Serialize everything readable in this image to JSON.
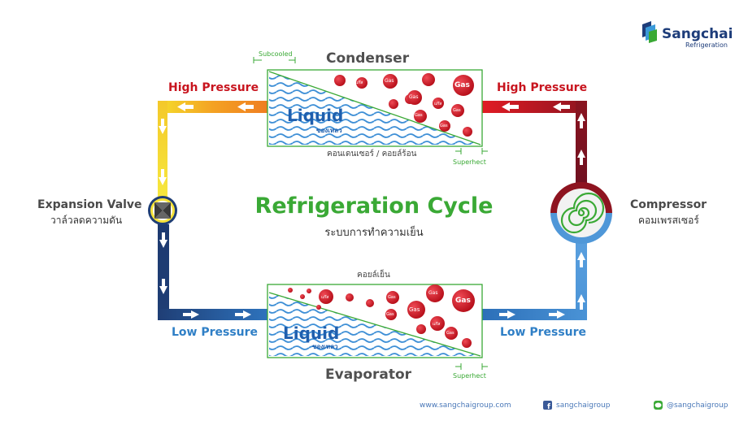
{
  "brand": {
    "name": "Sangchai",
    "sub": "Refrigeration"
  },
  "title": "Refrigeration Cycle",
  "subtitle": "ระบบการทำความเย็น",
  "condenser": {
    "name": "Condenser",
    "thai": "คอนเดนเซอร์ / คอยล์ร้อน",
    "subcooled": "Subcooled",
    "superheat": "Superhect",
    "liquid": "Liquid",
    "liquid_thai": "ของเหลว",
    "bubbles": [
      "แก๊ส",
      "Gas",
      "Gas",
      "Gas",
      "Gas",
      "แก๊ส",
      "Gas",
      "Gas",
      "Gas",
      "Gas",
      "Gas"
    ]
  },
  "evaporator": {
    "name": "Evaporator",
    "thai": "คอยล์เย็น",
    "superheat": "Superhect",
    "liquid": "Liquid",
    "liquid_thai": "ของเหลว",
    "bubbles": [
      "แก๊ส",
      "Gas",
      "Gas",
      "Gas",
      "Gas",
      "Gas",
      "แก๊ส",
      "Gas",
      "Gas",
      "Gas",
      "Gas"
    ]
  },
  "pressure": {
    "high_left": "High Pressure",
    "high_right": "High Pressure",
    "low_left": "Low Pressure",
    "low_right": "Low Pressure"
  },
  "expansion": {
    "name": "Expansion Valve",
    "thai": "วาล์วลดความดัน"
  },
  "compressor": {
    "name": "Compressor",
    "thai": "คอมเพรสเซอร์"
  },
  "footer": {
    "website": "www.sangchaigroup.com",
    "facebook": "sangchaigroup",
    "line": "@sangchaigroup"
  },
  "colors": {
    "green": "#3aa935",
    "red": "#c8141e",
    "blue": "#2f7fc6",
    "navy": "#1f3e75",
    "yellow": "#f6e23a"
  }
}
